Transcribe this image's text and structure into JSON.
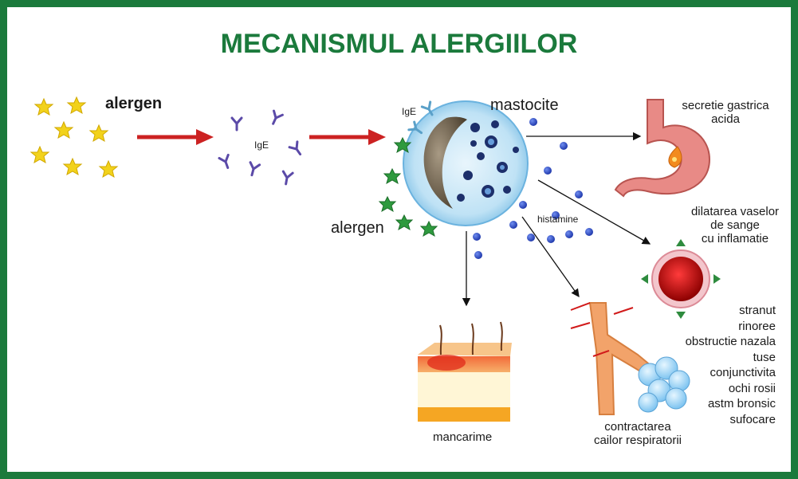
{
  "title": "MECANISMUL ALERGIILOR",
  "labels": {
    "allergen_top": "alergen",
    "ige_free": "IgE",
    "ige_bound": "IgE",
    "mast_cells": "mastocite",
    "allergen_bottom": "alergen",
    "histamine": "histamine",
    "gastric": [
      "secretie gastrica",
      "acida"
    ],
    "vessels": [
      "dilatarea vaselor",
      "de sange",
      "cu inflamatie"
    ],
    "itching": "mancarime",
    "airways": [
      "contractarea",
      "cailor respiratorii"
    ]
  },
  "symptoms": [
    "stranut",
    "rinoree",
    "obstructie nazala",
    "tuse",
    "conjunctivita",
    "ochi rosii",
    "astm bronsic",
    "sufocare"
  ],
  "colors": {
    "border": "#1b7a3c",
    "title": "#1b7a3c",
    "arrow": "#cc2222",
    "allergen_star": "#f2d21b",
    "ige": "#5b4aa8",
    "histamine_dot": "#2848c8",
    "cell": "#bfe2f5",
    "nucleus": "#6d5d45"
  },
  "icons": [
    "allergen-star-icon",
    "ige-antibody-icon",
    "mast-cell-icon",
    "histamine-dot-icon",
    "stomach-icon",
    "blood-vessel-icon",
    "skin-icon",
    "airways-icon"
  ]
}
